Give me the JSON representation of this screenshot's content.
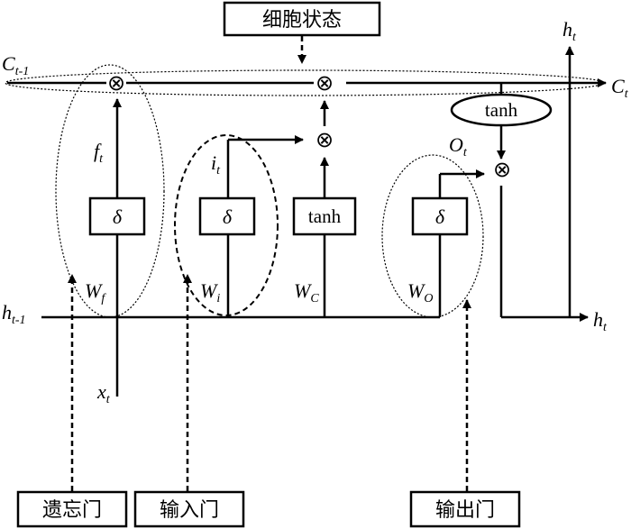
{
  "title_box": {
    "label": "细胞状态"
  },
  "bottom_labels": {
    "forget": "遗忘门",
    "input": "输入门",
    "output": "输出门"
  },
  "state": {
    "c_prev": "C",
    "c_prev_sub": "t-1",
    "c_next": "C",
    "c_next_sub": "t"
  },
  "hidden": {
    "h_prev": "h",
    "h_prev_sub": "t-1",
    "h_out_top": "h",
    "h_out_top_sub": "t",
    "h_out_right": "h",
    "h_out_right_sub": "t"
  },
  "input_x": {
    "x": "x",
    "x_sub": "t"
  },
  "gates": {
    "forget": {
      "box": "δ",
      "signal": "f",
      "signal_sub": "t",
      "weight": "W",
      "weight_sub": "f"
    },
    "input": {
      "box": "δ",
      "signal": "i",
      "signal_sub": "t",
      "weight": "W",
      "weight_sub": "i"
    },
    "cand": {
      "box": "tanh",
      "weight": "W",
      "weight_sub": "C"
    },
    "output": {
      "box": "δ",
      "signal": "O",
      "signal_sub": "t",
      "weight": "W",
      "weight_sub": "O"
    }
  },
  "tanh_oval": {
    "label": "tanh"
  },
  "ops": {
    "mult": "⊗"
  }
}
